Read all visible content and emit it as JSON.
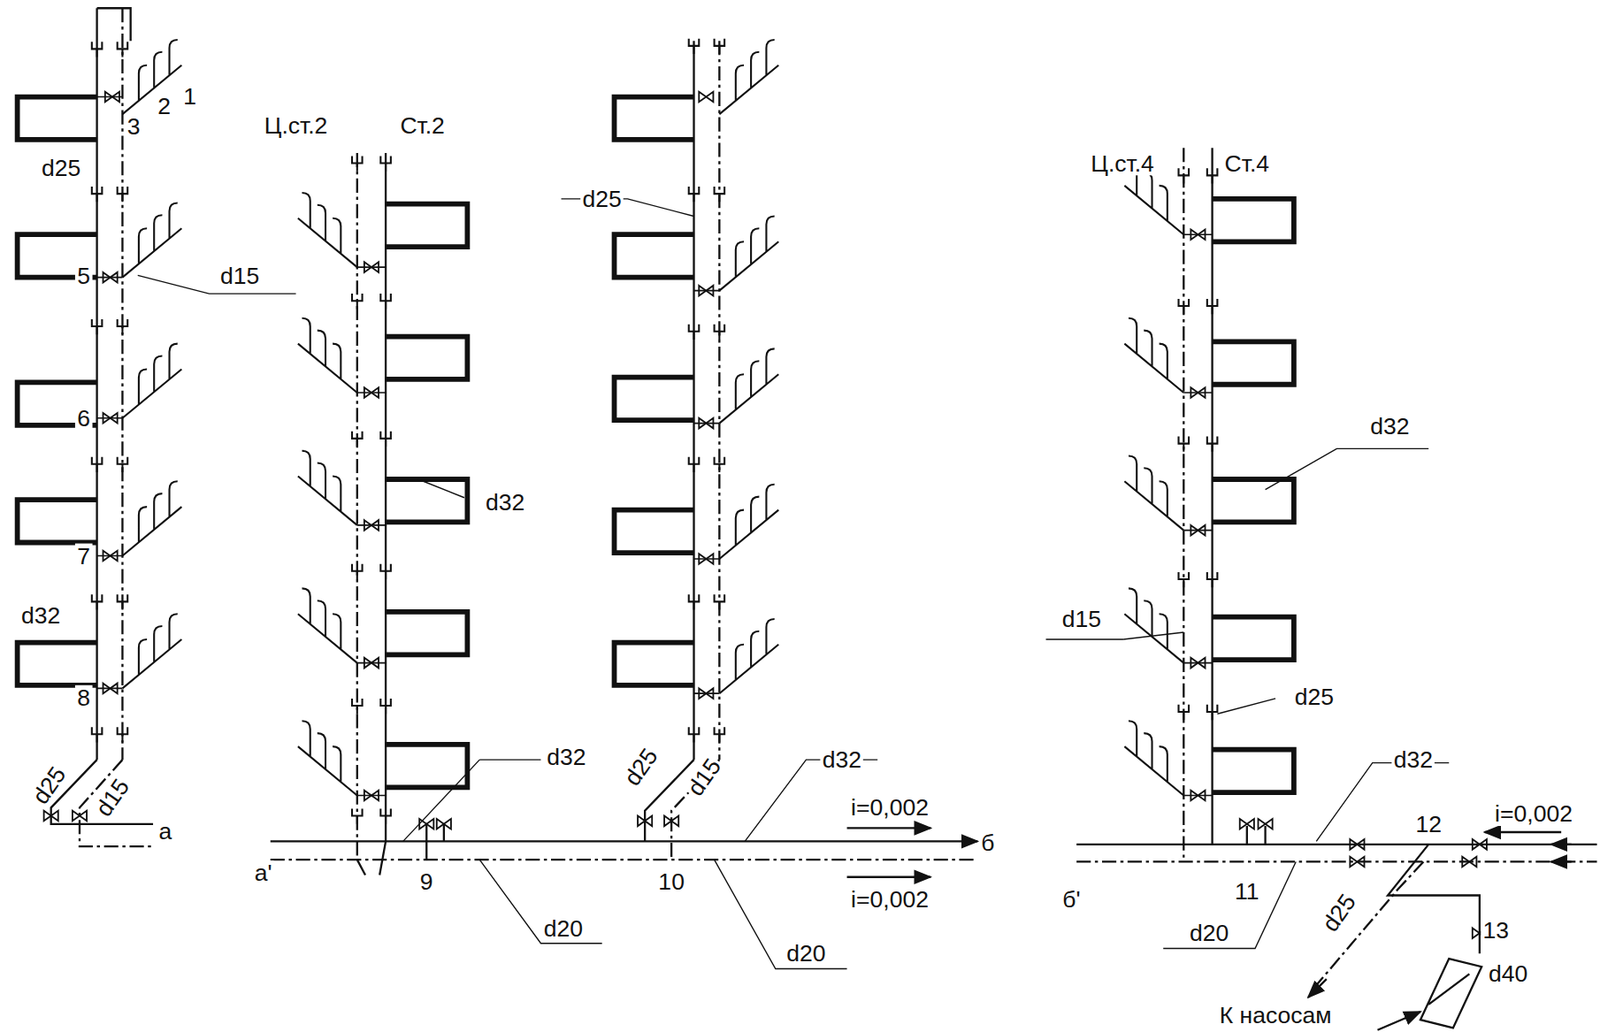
{
  "diagram": {
    "labels": [
      "1",
      "2",
      "3",
      "d25",
      "5",
      "d15",
      "6",
      "7",
      "d32",
      "8",
      "d25",
      "d15",
      "а",
      "Ц.ст.2",
      "Ст.2",
      "d32",
      "d25",
      "d32",
      "d25",
      "d15",
      "d32",
      "i=0,002",
      "б",
      "а'",
      "9",
      "10",
      "d20",
      "i=0,002",
      "d20",
      "Ц.ст.4",
      "Ст.4",
      "d32",
      "d15",
      "d25",
      "d32",
      "i=0,002",
      "б'",
      "11",
      "12",
      "d20",
      "d25",
      "13",
      "d40",
      "К насосам"
    ]
  }
}
